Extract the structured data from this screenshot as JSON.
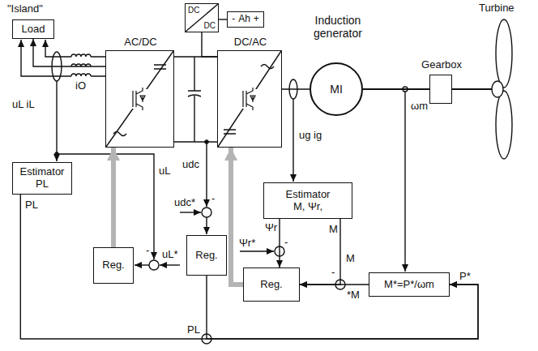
{
  "diagram": {
    "nodes": [
      {
        "text": [
          "Load"
        ]
      },
      {
        "text": [
          "AC/DC"
        ]
      },
      {
        "text": [
          "DC/AC"
        ]
      },
      {
        "text": [
          "DC",
          "DC"
        ]
      },
      {
        "text": [
          "-",
          "Ah",
          "+"
        ]
      },
      {
        "text": [
          "Induction generator",
          "MI"
        ]
      },
      {
        "text": [
          "Gearbox"
        ]
      },
      {
        "text": [
          "Estimator PL"
        ]
      },
      {
        "text": [
          "Estimator",
          "M, Ψr,"
        ]
      },
      {
        "text": [
          "Reg."
        ]
      },
      {
        "text": [
          "Reg."
        ]
      },
      {
        "text": [
          "Reg."
        ]
      },
      {
        "text": [
          "M*=P*/ωm"
        ]
      }
    ],
    "edges": [
      {
        "from": 1,
        "to": 0,
        "arrow": "to"
      },
      {
        "from": 1,
        "to": 2,
        "arrow": "none"
      },
      {
        "from": 3,
        "to": 2,
        "arrow": "none"
      },
      {
        "from": 3,
        "to": 4,
        "arrow": "none"
      },
      {
        "from": 2,
        "to": 5,
        "arrow": "none"
      },
      {
        "from": 5,
        "to": 6,
        "arrow": "none"
      },
      {
        "from": 9,
        "to": 1,
        "arrow": "to"
      },
      {
        "from": 11,
        "to": 2,
        "arrow": "to"
      },
      {
        "from": 8,
        "to": 11,
        "arrow": "to"
      },
      {
        "from": 8,
        "to": 11,
        "arrow": "to"
      },
      {
        "from": 12,
        "to": 11,
        "arrow": "to"
      },
      {
        "from": 10,
        "to": 12,
        "arrow": "to"
      },
      {
        "from": 7,
        "to": 12,
        "arrow": "to"
      }
    ],
    "labels": [
      "\"Island\"",
      "iO",
      "uL iL",
      "PL",
      "uL",
      "-",
      "uL*",
      "udc",
      "udc*",
      "-",
      "ug ig",
      "ωm",
      "Turbine",
      "Ψr",
      "Ψr*",
      "-",
      "M",
      "M",
      "-",
      "*M",
      "P*",
      "PL"
    ]
  }
}
